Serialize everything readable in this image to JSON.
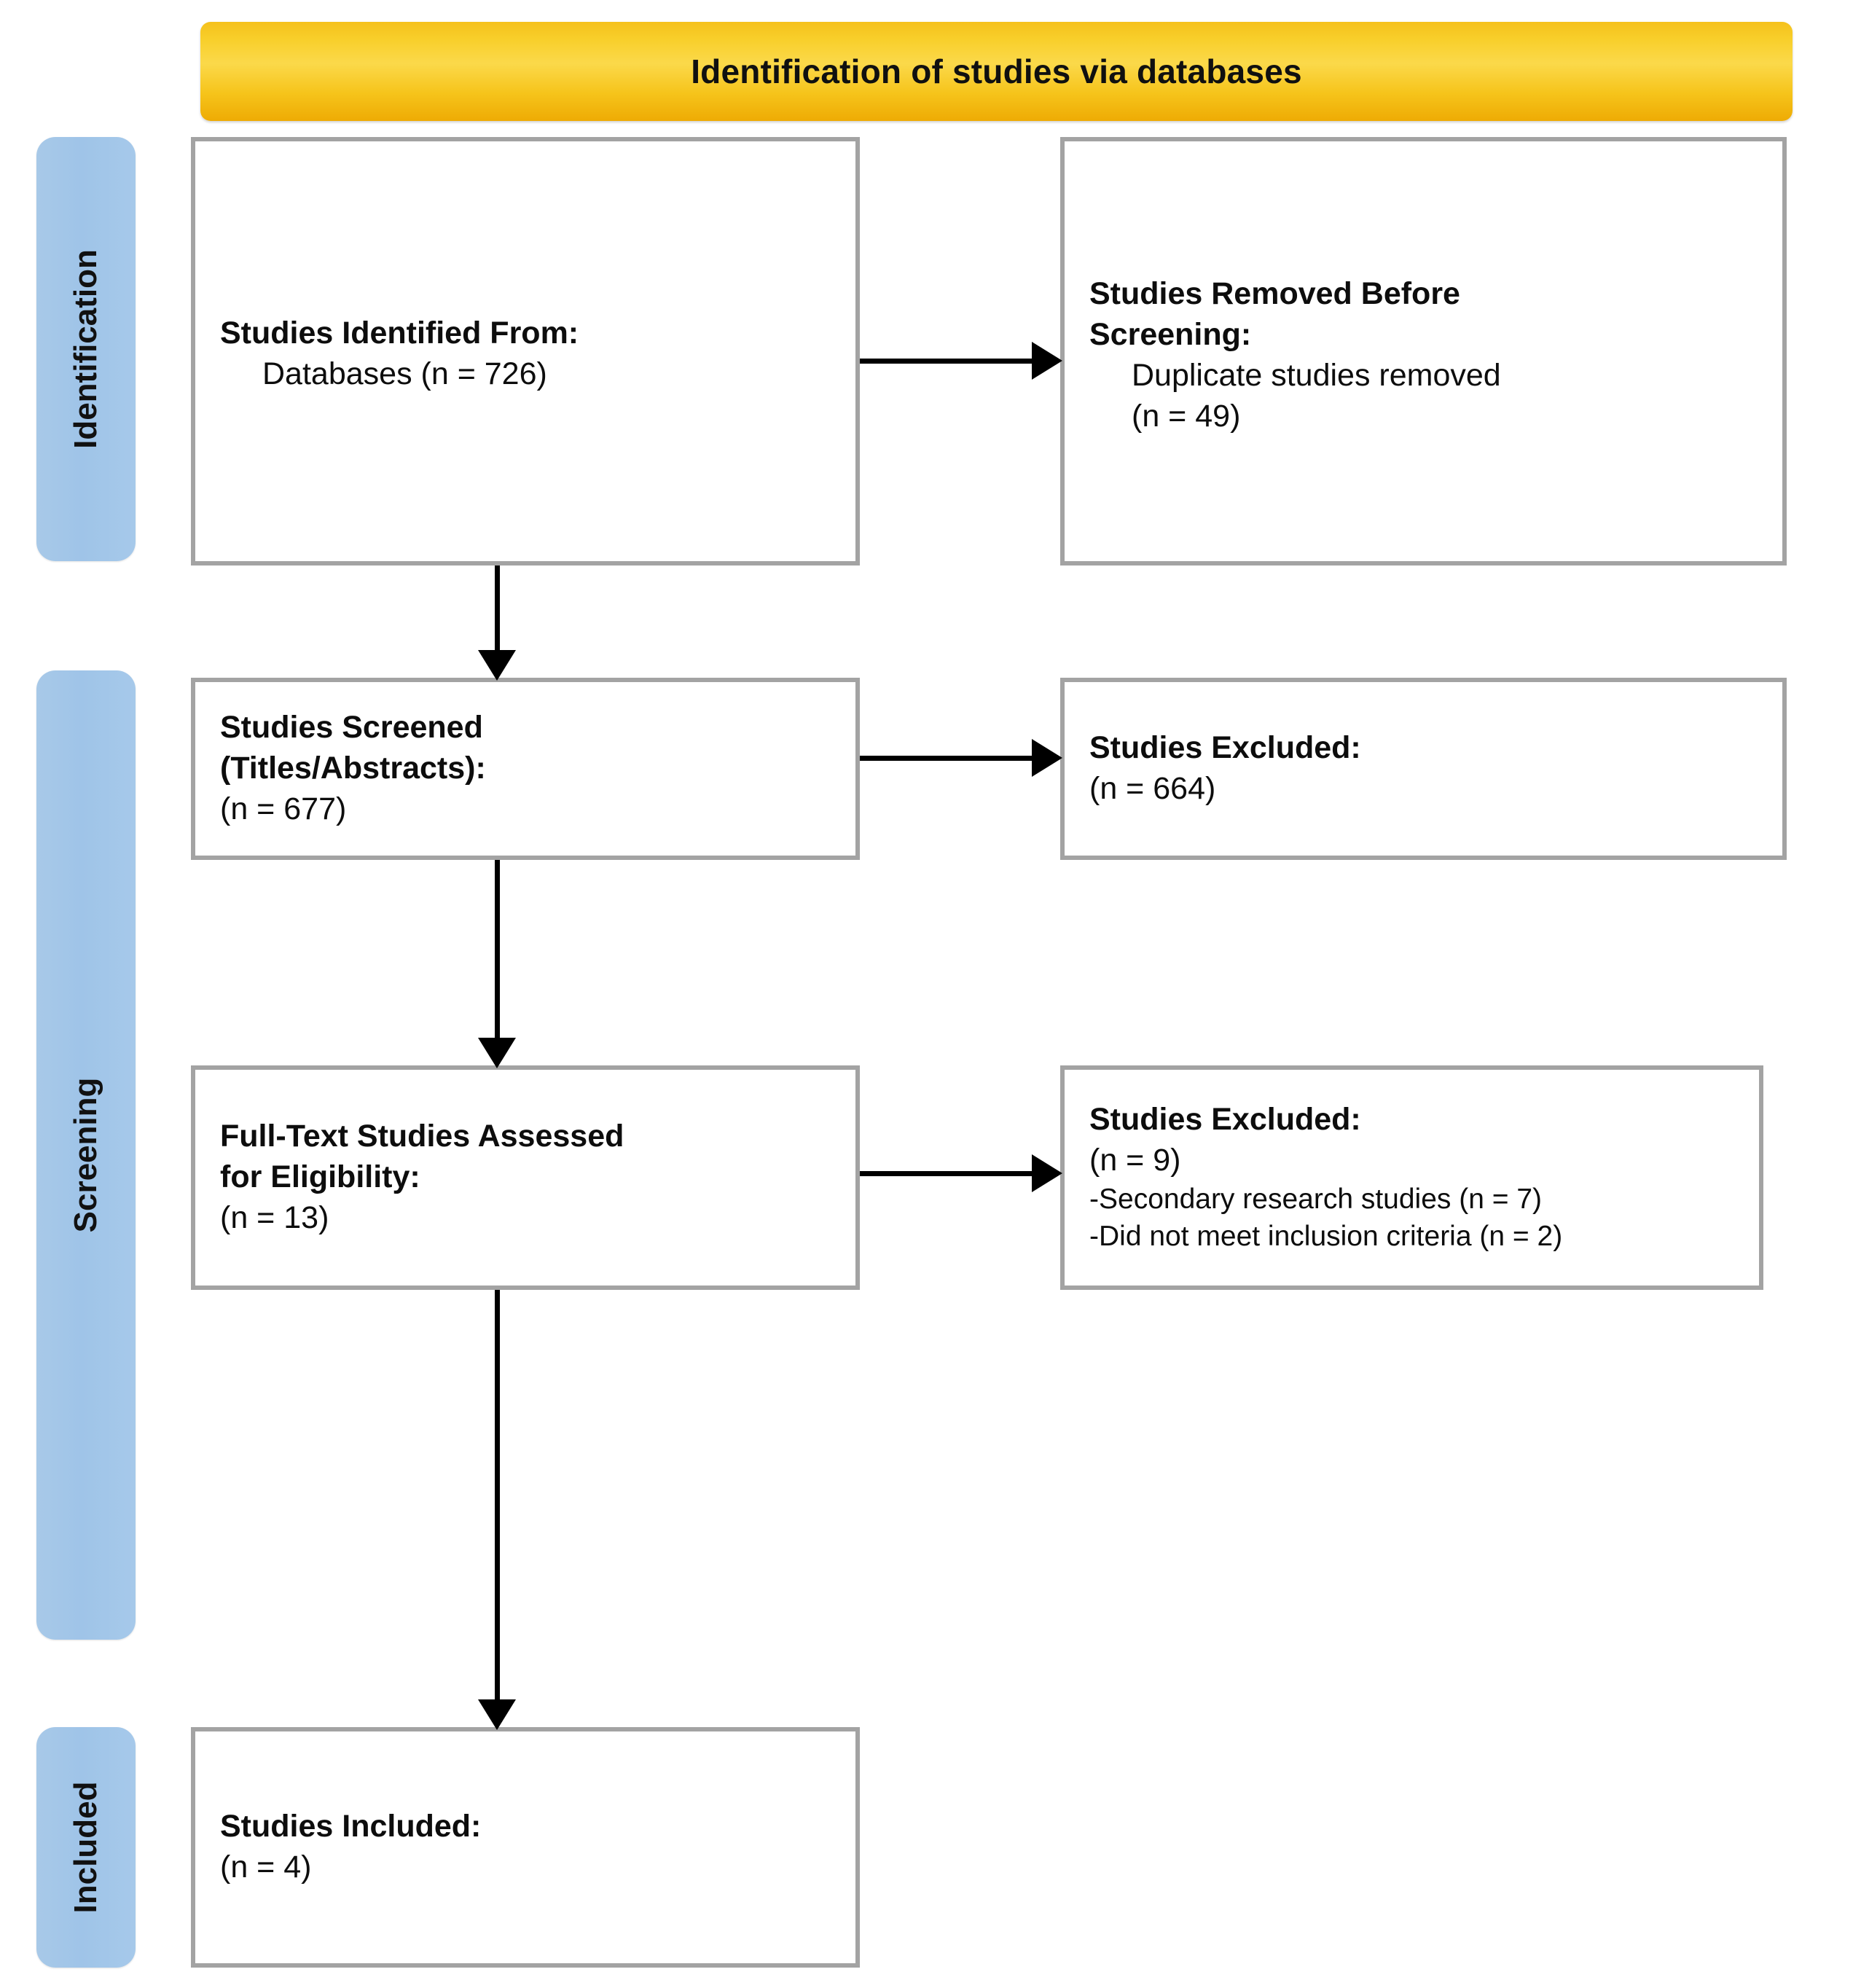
{
  "banner": {
    "title": "Identification of studies via databases",
    "color": "#f5c11c"
  },
  "stages": {
    "identification": "Identification",
    "screening": "Screening",
    "included": "Included",
    "color": "#a8c9e8"
  },
  "boxes": {
    "identified": {
      "heading": "Studies Identified From:",
      "detail_1": "Databases (n = 726)"
    },
    "removed": {
      "heading_1": "Studies Removed Before",
      "heading_2": "Screening:",
      "detail_1": "Duplicate studies removed",
      "detail_2": "(n = 49)"
    },
    "screened": {
      "heading_1": "Studies Screened",
      "heading_2": "(Titles/Abstracts):",
      "detail_1": "(n = 677)"
    },
    "excluded_screening": {
      "heading": "Studies Excluded:",
      "detail_1": "(n = 664)"
    },
    "fulltext": {
      "heading_1": "Full-Text Studies Assessed",
      "heading_2": "for Eligibility:",
      "detail_1": "(n = 13)"
    },
    "excluded_fulltext": {
      "heading": "Studies Excluded:",
      "detail_1": "(n = 9)",
      "detail_2": "-Secondary research studies (n = 7)",
      "detail_3": "-Did not meet inclusion criteria (n = 2)"
    },
    "included": {
      "heading": "Studies Included:",
      "detail_1": "(n = 4)"
    }
  },
  "arrows": {
    "v1": "arrow-identified-to-screened",
    "v2": "arrow-screened-to-fulltext",
    "v3": "arrow-fulltext-to-included",
    "h1": "arrow-identified-to-removed",
    "h2": "arrow-screened-to-excluded",
    "h3": "arrow-fulltext-to-excluded"
  },
  "chart_data": {
    "type": "diagram",
    "title": "Identification of studies via databases",
    "nodes": [
      {
        "id": "identified",
        "stage": "Identification",
        "label": "Studies Identified From: Databases",
        "n": 726
      },
      {
        "id": "removed",
        "stage": "Identification",
        "label": "Studies Removed Before Screening: Duplicate studies removed",
        "n": 49
      },
      {
        "id": "screened",
        "stage": "Screening",
        "label": "Studies Screened (Titles/Abstracts)",
        "n": 677
      },
      {
        "id": "excluded_screening",
        "stage": "Screening",
        "label": "Studies Excluded",
        "n": 664
      },
      {
        "id": "fulltext",
        "stage": "Screening",
        "label": "Full-Text Studies Assessed for Eligibility",
        "n": 13
      },
      {
        "id": "excluded_fulltext",
        "stage": "Screening",
        "label": "Studies Excluded",
        "n": 9,
        "reasons": [
          {
            "label": "Secondary research studies",
            "n": 7
          },
          {
            "label": "Did not meet inclusion criteria",
            "n": 2
          }
        ]
      },
      {
        "id": "included",
        "stage": "Included",
        "label": "Studies Included",
        "n": 4
      }
    ],
    "edges": [
      {
        "from": "identified",
        "to": "removed",
        "direction": "right"
      },
      {
        "from": "identified",
        "to": "screened",
        "direction": "down"
      },
      {
        "from": "screened",
        "to": "excluded_screening",
        "direction": "right"
      },
      {
        "from": "screened",
        "to": "fulltext",
        "direction": "down"
      },
      {
        "from": "fulltext",
        "to": "excluded_fulltext",
        "direction": "right"
      },
      {
        "from": "fulltext",
        "to": "included",
        "direction": "down"
      }
    ]
  }
}
